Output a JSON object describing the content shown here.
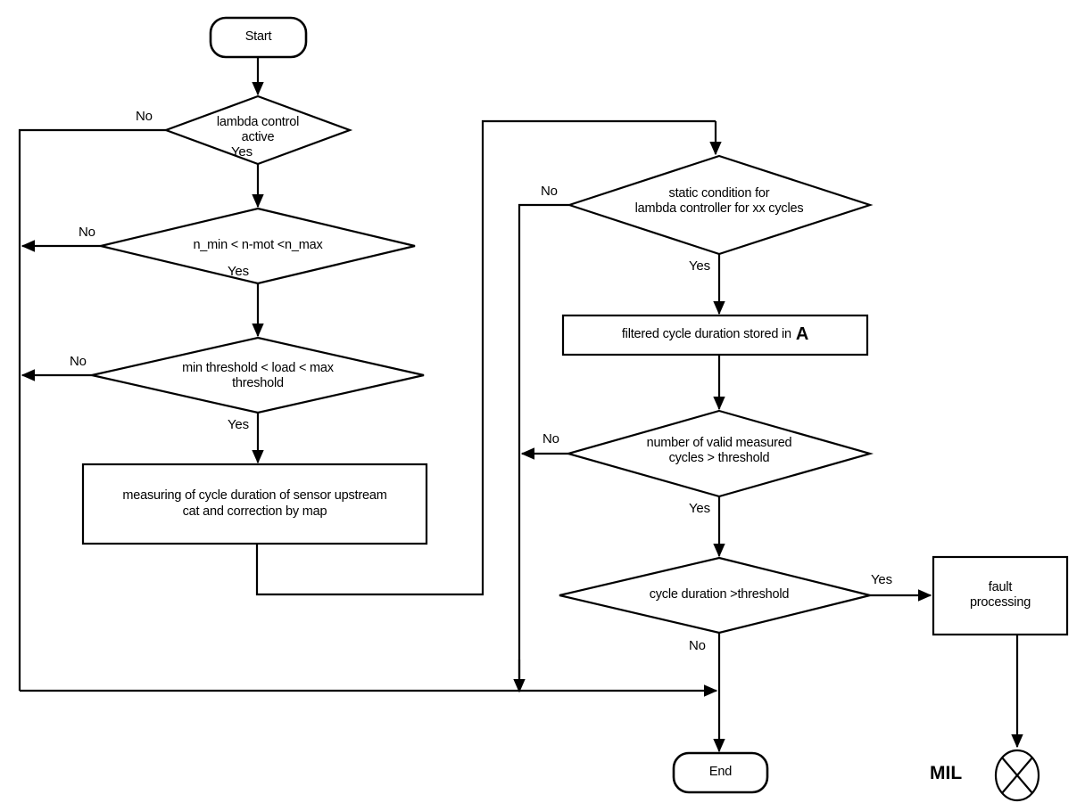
{
  "diagram": {
    "title": "Lambda sensor cycle-duration monitoring flowchart",
    "type": "flowchart",
    "colors": {
      "stroke": "#000000",
      "fill": "#ffffff",
      "text": "#000000"
    }
  },
  "nodes": {
    "start": {
      "label": "Start",
      "shape": "terminator"
    },
    "lambda_active": {
      "label": "lambda control\nactive",
      "shape": "decision"
    },
    "speed_range": {
      "label": "n_min < n-mot <n_max",
      "shape": "decision"
    },
    "load_range": {
      "label": "min threshold < load < max\nthreshold",
      "shape": "decision"
    },
    "measure": {
      "label": "measuring of cycle duration of sensor upstream\ncat and correction by map",
      "shape": "process"
    },
    "static_condition": {
      "label": "static condition for\nlambda controller for xx cycles",
      "shape": "decision"
    },
    "store": {
      "label": "filtered cycle duration stored in",
      "variable": "A",
      "shape": "process"
    },
    "valid_cycles": {
      "label": "number of valid measured\ncycles > threshold",
      "shape": "decision"
    },
    "cycle_threshold": {
      "label": "cycle duration  >threshold",
      "shape": "decision"
    },
    "fault": {
      "label": "fault\nprocessing",
      "shape": "process"
    },
    "end": {
      "label": "End",
      "shape": "terminator"
    },
    "mil": {
      "label": "MIL",
      "shape": "indicator",
      "icon": "crossed-circle-icon"
    }
  },
  "edge_labels": {
    "lambda_no": "No",
    "lambda_yes": "Yes",
    "speed_no": "No",
    "speed_yes": "Yes",
    "load_no": "No",
    "load_yes": "Yes",
    "static_no": "No",
    "static_yes": "Yes",
    "valid_no": "No",
    "valid_yes": "Yes",
    "cycle_yes": "Yes",
    "cycle_no": "No"
  }
}
